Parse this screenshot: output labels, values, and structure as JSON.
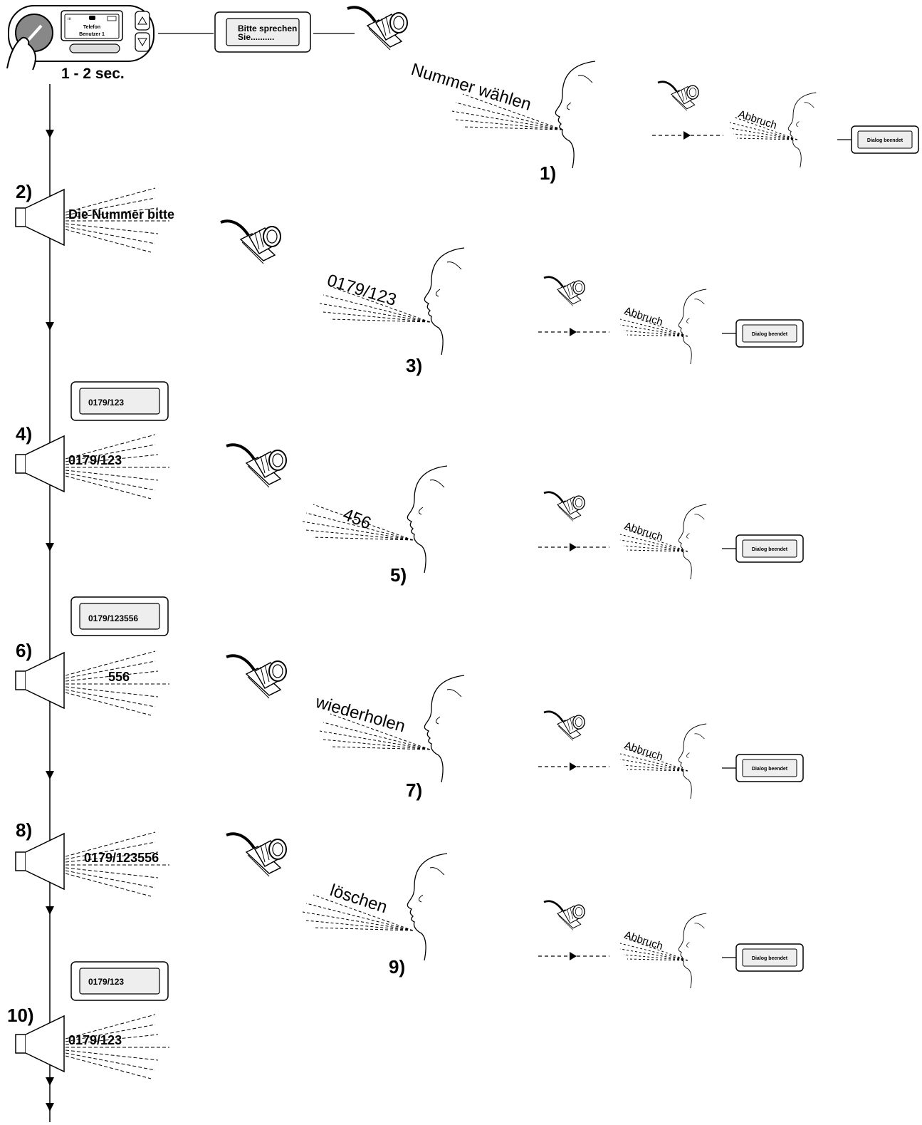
{
  "device": {
    "display_line1": "Telefon",
    "display_line2": "Benutzer 1",
    "hold_time": "1 - 2 sec."
  },
  "initial_display": {
    "line1": "Bitte sprechen",
    "line2": "Sie.........."
  },
  "cancel": {
    "word": "Abbruch",
    "result_display": "Dialog beendet"
  },
  "steps": [
    {
      "number": "1)",
      "type": "user",
      "text": "Nummer wählen"
    },
    {
      "number": "2)",
      "type": "system",
      "text": "Die Nummer bitte"
    },
    {
      "number": "3)",
      "type": "user",
      "text": "0179/123"
    },
    {
      "number": "4)",
      "type": "system",
      "display": "0179/123",
      "text": "0179/123"
    },
    {
      "number": "5)",
      "type": "user",
      "text": "456"
    },
    {
      "number": "6)",
      "type": "system",
      "display": "0179/123556",
      "text": "556"
    },
    {
      "number": "7)",
      "type": "user",
      "text": "wiederholen"
    },
    {
      "number": "8)",
      "type": "system",
      "text": "0179/123556"
    },
    {
      "number": "9)",
      "type": "user",
      "text": "löschen"
    },
    {
      "number": "10)",
      "type": "system",
      "display": "0179/123",
      "text": "0179/123"
    }
  ]
}
